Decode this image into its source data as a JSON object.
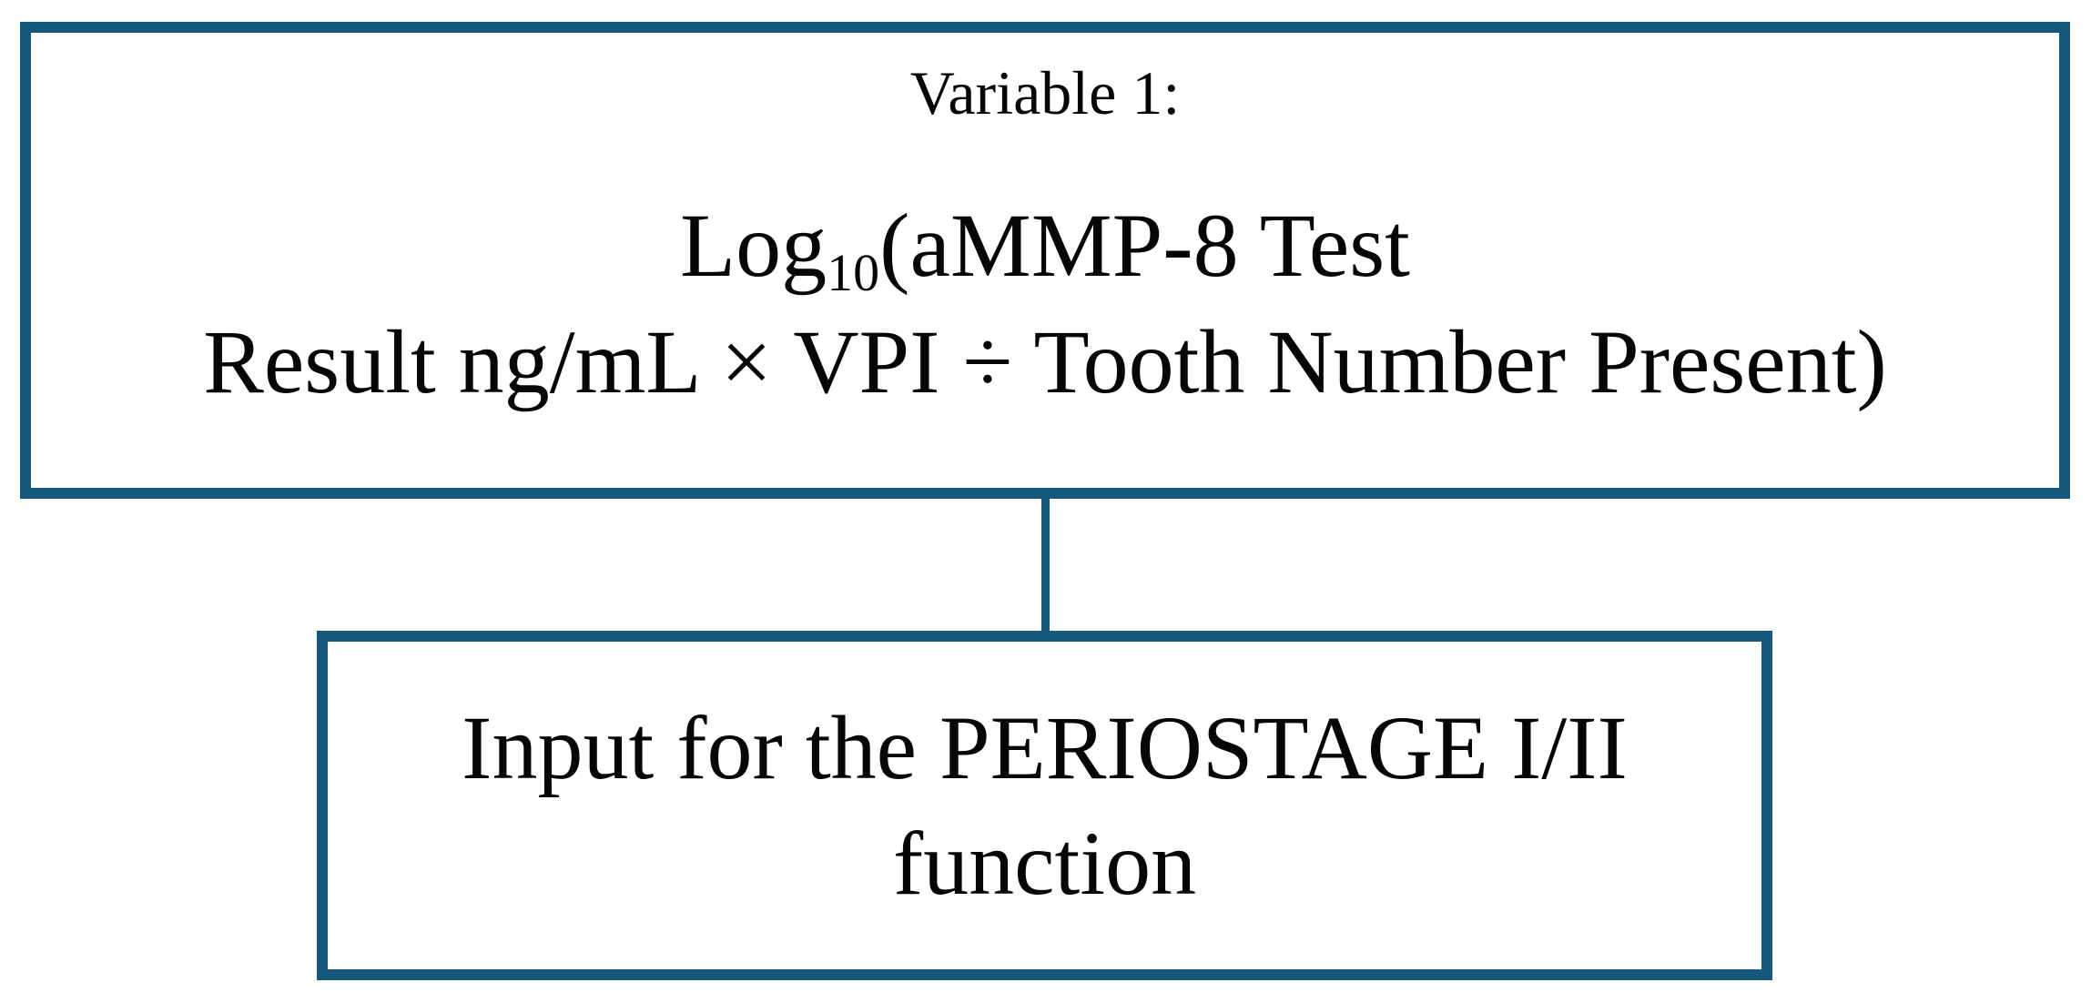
{
  "colors": {
    "border": "#15587B",
    "connector": "#15587B",
    "text": "#060606",
    "background": "#ffffff"
  },
  "top_box": {
    "title": "Variable 1:",
    "formula": {
      "log_prefix": "Log",
      "log_subscript": "10",
      "line1_rest": "(aMMP-8 Test",
      "line2": "Result ng/mL × VPI ÷ Tooth Number Present)"
    }
  },
  "bottom_box": {
    "line1": "Input for the PERIOSTAGE I/II",
    "line2": "function"
  }
}
